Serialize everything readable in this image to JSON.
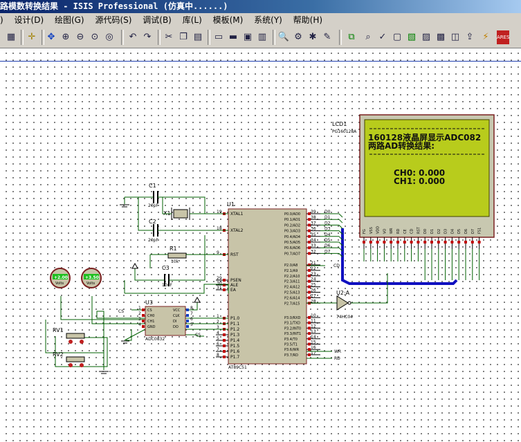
{
  "window": {
    "title": "路模数转换结果 - ISIS Professional (仿真中......)"
  },
  "menu": [
    "设计(D)",
    "绘图(G)",
    "源代码(S)",
    "调试(B)",
    "库(L)",
    "模板(M)",
    "系统(Y)",
    "帮助(H)"
  ],
  "menu_prefix": ")",
  "lcd": {
    "ref": "LCD1",
    "part": "PG160128A",
    "line1": "160128液晶屏显示ADC082",
    "line2": "两路AD转换结果:",
    "ch0": "CH0: 0.000",
    "ch1": "CH1: 0.000",
    "pins": [
      "FG",
      "VSS",
      "VDD",
      "VO",
      "WR",
      "RD",
      "CE",
      "CD",
      "RST",
      "D0",
      "D1",
      "D2",
      "D3",
      "D4",
      "D5",
      "D6",
      "D7",
      "FS1"
    ]
  },
  "components": {
    "c1": {
      "ref": "C1",
      "value": "20pF"
    },
    "c2": {
      "ref": "C2",
      "value": "20pF"
    },
    "c3": {
      "ref": "C3",
      "value": "10uF"
    },
    "x1": {
      "ref": "X1"
    },
    "r1": {
      "ref": "R1",
      "value": "10k"
    },
    "u1": {
      "ref": "U1",
      "part": "AT89C51"
    },
    "u2": {
      "ref": "U2:A",
      "part": "74HC04"
    },
    "u3": {
      "ref": "U3",
      "part": "ADC0832"
    },
    "rv1": {
      "ref": "RV1"
    },
    "rv2": {
      "ref": "RV2"
    },
    "volt1": {
      "value": "+2.00",
      "unit": "Volts"
    },
    "volt2": {
      "value": "+3.50",
      "unit": "Volts"
    }
  },
  "u1_left_pins": [
    {
      "num": "19",
      "name": "XTAL1"
    },
    {
      "num": "18",
      "name": "XTAL2"
    },
    {
      "num": "9",
      "name": "RST"
    },
    {
      "num": "29",
      "name": "PSEN"
    },
    {
      "num": "30",
      "name": "ALE"
    },
    {
      "num": "31",
      "name": "EA"
    },
    {
      "num": "1",
      "name": "P1.0"
    },
    {
      "num": "2",
      "name": "P1.1"
    },
    {
      "num": "3",
      "name": "P1.2"
    },
    {
      "num": "4",
      "name": "P1.3"
    },
    {
      "num": "5",
      "name": "P1.4"
    },
    {
      "num": "6",
      "name": "P1.5"
    },
    {
      "num": "7",
      "name": "P1.6"
    },
    {
      "num": "8",
      "name": "P1.7"
    }
  ],
  "u1_right_pins": [
    {
      "num": "39",
      "name": "P0.0/AD0"
    },
    {
      "num": "38",
      "name": "P0.1/AD1"
    },
    {
      "num": "37",
      "name": "P0.2/AD2"
    },
    {
      "num": "36",
      "name": "P0.3/AD3"
    },
    {
      "num": "35",
      "name": "P0.4/AD4"
    },
    {
      "num": "34",
      "name": "P0.5/AD5"
    },
    {
      "num": "33",
      "name": "P0.6/AD6"
    },
    {
      "num": "32",
      "name": "P0.7/AD7"
    },
    {
      "num": "21",
      "name": "P2.0/A8"
    },
    {
      "num": "22",
      "name": "P2.1/A9"
    },
    {
      "num": "23",
      "name": "P2.2/A10"
    },
    {
      "num": "24",
      "name": "P2.3/A11"
    },
    {
      "num": "25",
      "name": "P2.4/A12"
    },
    {
      "num": "26",
      "name": "P2.5/A13"
    },
    {
      "num": "27",
      "name": "P2.6/A14"
    },
    {
      "num": "28",
      "name": "P2.7/A15"
    },
    {
      "num": "10",
      "name": "P3.0/RXD"
    },
    {
      "num": "11",
      "name": "P3.1/TXD"
    },
    {
      "num": "12",
      "name": "P3.2/INT0"
    },
    {
      "num": "13",
      "name": "P3.3/INT1"
    },
    {
      "num": "14",
      "name": "P3.4/T0"
    },
    {
      "num": "15",
      "name": "P3.5/T1"
    },
    {
      "num": "16",
      "name": "P3.6/WR"
    },
    {
      "num": "17",
      "name": "P3.7/RD"
    }
  ],
  "bus_labels": [
    "D0",
    "D1",
    "D2",
    "D3",
    "D4",
    "D5",
    "D6",
    "D7"
  ],
  "u3_pins": {
    "left": [
      "CS",
      "CH0",
      "CH1",
      "GND"
    ],
    "right": [
      "VCC",
      "CLK",
      "DI",
      "DO"
    ],
    "lnum": [
      "1",
      "2",
      "3",
      "4"
    ],
    "rnum": [
      "8",
      "7",
      "6",
      "5"
    ]
  },
  "net_labels": {
    "cs1": "CS",
    "cs2": "CS",
    "cd": "CD",
    "wr": "WR",
    "rd": "RD"
  },
  "colors": {
    "lcd_bg": "#b8cc1c",
    "chip": "#c8c4a8",
    "wire": "#006000",
    "bus": "#1010c0",
    "pin_red": "#c00000"
  }
}
